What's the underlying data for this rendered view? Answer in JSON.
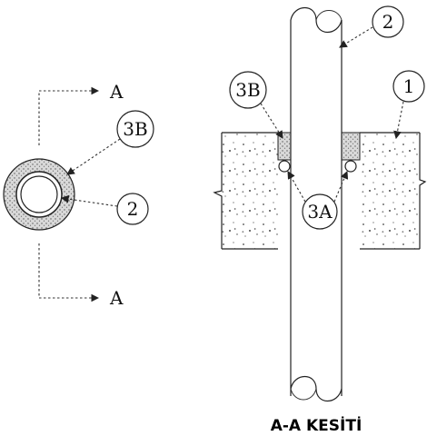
{
  "section_marker_top": "A",
  "section_marker_bottom": "A",
  "plan_callouts": {
    "sealant": "3B",
    "pipe": "2"
  },
  "section_callouts": {
    "sealant": "3B",
    "pipe": "2",
    "wall": "1",
    "backer_rod": "3A"
  },
  "caption": "A-A KESİTİ"
}
